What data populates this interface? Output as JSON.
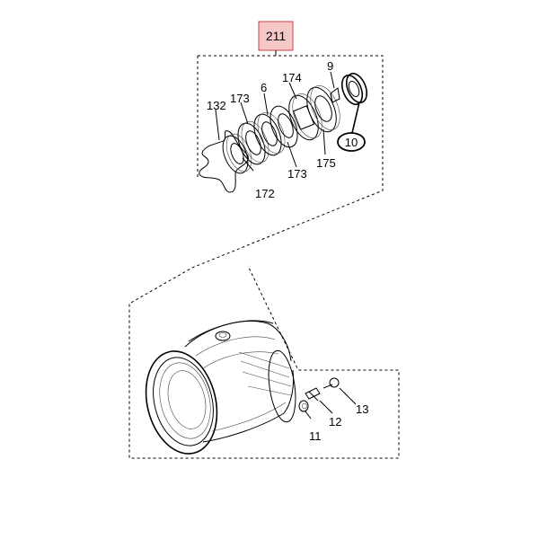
{
  "assembly": {
    "number": "211",
    "box_fill": "#f6c7c7",
    "box_border": "#cc4444"
  },
  "callouts": {
    "p132": "132",
    "p173a": "173",
    "p6": "6",
    "p174": "174",
    "p9": "9",
    "p10": "10",
    "p172": "172",
    "p173b": "173",
    "p175": "175",
    "p13": "13",
    "p12": "12",
    "p11": "11"
  },
  "icons": {
    "spool": "spool-icon",
    "drag-washer": "drag-washer-icon",
    "spring": "spring-clip-icon"
  }
}
